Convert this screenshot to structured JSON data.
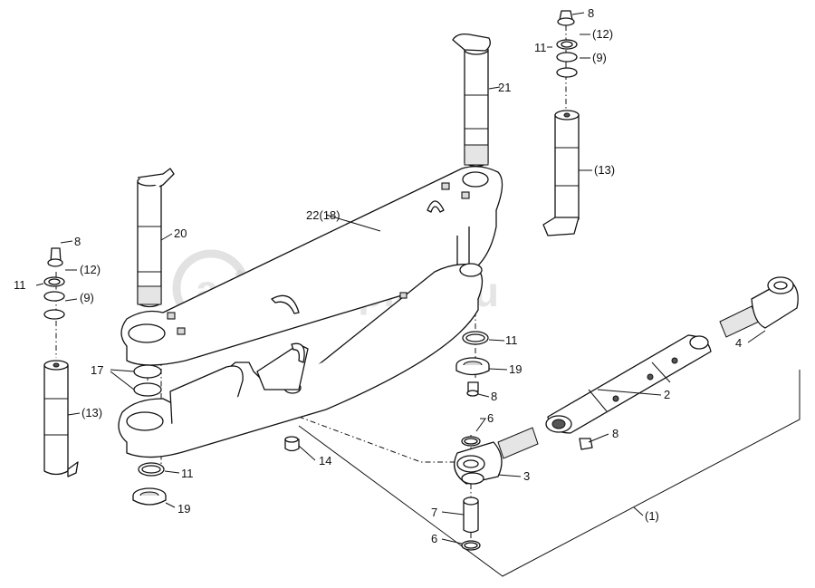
{
  "watermark": "autopiter.ru",
  "labels": {
    "l1": "(1)",
    "l2": "2",
    "l3": "3",
    "l4": "4",
    "l6a": "6",
    "l6b": "6",
    "l7": "7",
    "l8a": "8",
    "l8b": "8",
    "l8c": "8",
    "l8d": "8",
    "l9a": "(9)",
    "l9b": "(9)",
    "l11a": "11",
    "l11b": "11",
    "l11c": "11",
    "l11d": "11",
    "l12a": "(12)",
    "l12b": "(12)",
    "l13a": "(13)",
    "l13b": "(13)",
    "l14": "14",
    "l17": "17",
    "l19a": "19",
    "l19b": "19",
    "l20": "20",
    "l21": "21",
    "l22": "22(18)"
  }
}
